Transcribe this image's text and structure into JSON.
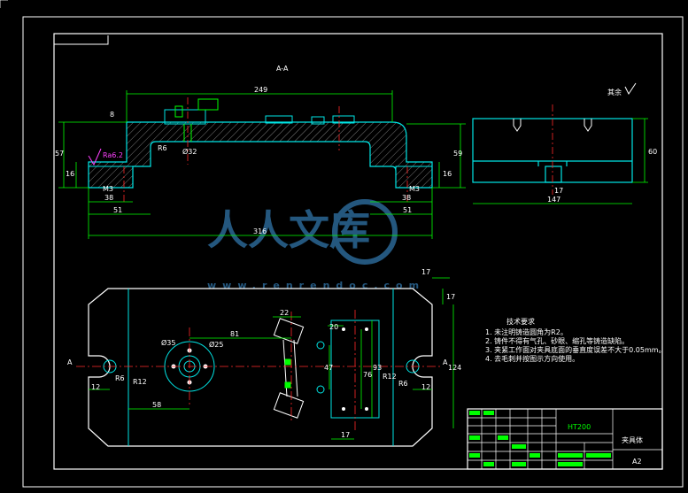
{
  "section_label": "A-A",
  "surface_note": "其余",
  "watermark": {
    "brand": "人人文库",
    "url": "www.renrendoc.com"
  },
  "dims_section": {
    "d249": "249",
    "d316": "316",
    "d57": "57",
    "d59": "59",
    "d38_left": "38",
    "d51_left": "51",
    "d38_right": "38",
    "d51_right": "51",
    "m3_left": "M3",
    "m3_right": "M3",
    "d16a": "16",
    "d16b": "16",
    "d32": "Ø32",
    "r6": "R6",
    "ra": "Ra6.2",
    "d8": "8"
  },
  "dims_side": {
    "d60": "60",
    "d147": "147",
    "d17": "17"
  },
  "dims_plan": {
    "d81": "81",
    "d58": "58",
    "d12_left": "12",
    "d12_right": "12",
    "r12_left": "R12",
    "r12_right": "R12",
    "r6_left": "R6",
    "r6_right": "R6",
    "d35": "Ø35",
    "d25": "Ø25",
    "d22": "22",
    "d20": "20",
    "d47": "47",
    "d76": "76",
    "d93": "93",
    "d17_bottom": "17",
    "d17_top": "17",
    "d17_side": "17",
    "d124": "124",
    "arrow_left": "A",
    "arrow_right": "A"
  },
  "tech_requirements": {
    "title": "技术要求",
    "items": [
      "1. 未注明铸造圆角为R2。",
      "2. 铸件不得有气孔、砂眼、缩孔等铸造缺陷。",
      "3. 夹紧工作面对夹具底面的垂直度误差不大于0.05mm。",
      "4. 去毛刺并按图示方向使用。"
    ]
  },
  "title_block": {
    "material": "HT200",
    "name": "夹具体",
    "scale": "A2"
  },
  "colors": {
    "frame": "#ffffff",
    "geometry": "#00e5e5",
    "dims": "#00ff00",
    "center": "#ff2a2a",
    "hatch": "#7a7a7a",
    "text": "#ffffff",
    "watermark": "#2d6d9e"
  }
}
